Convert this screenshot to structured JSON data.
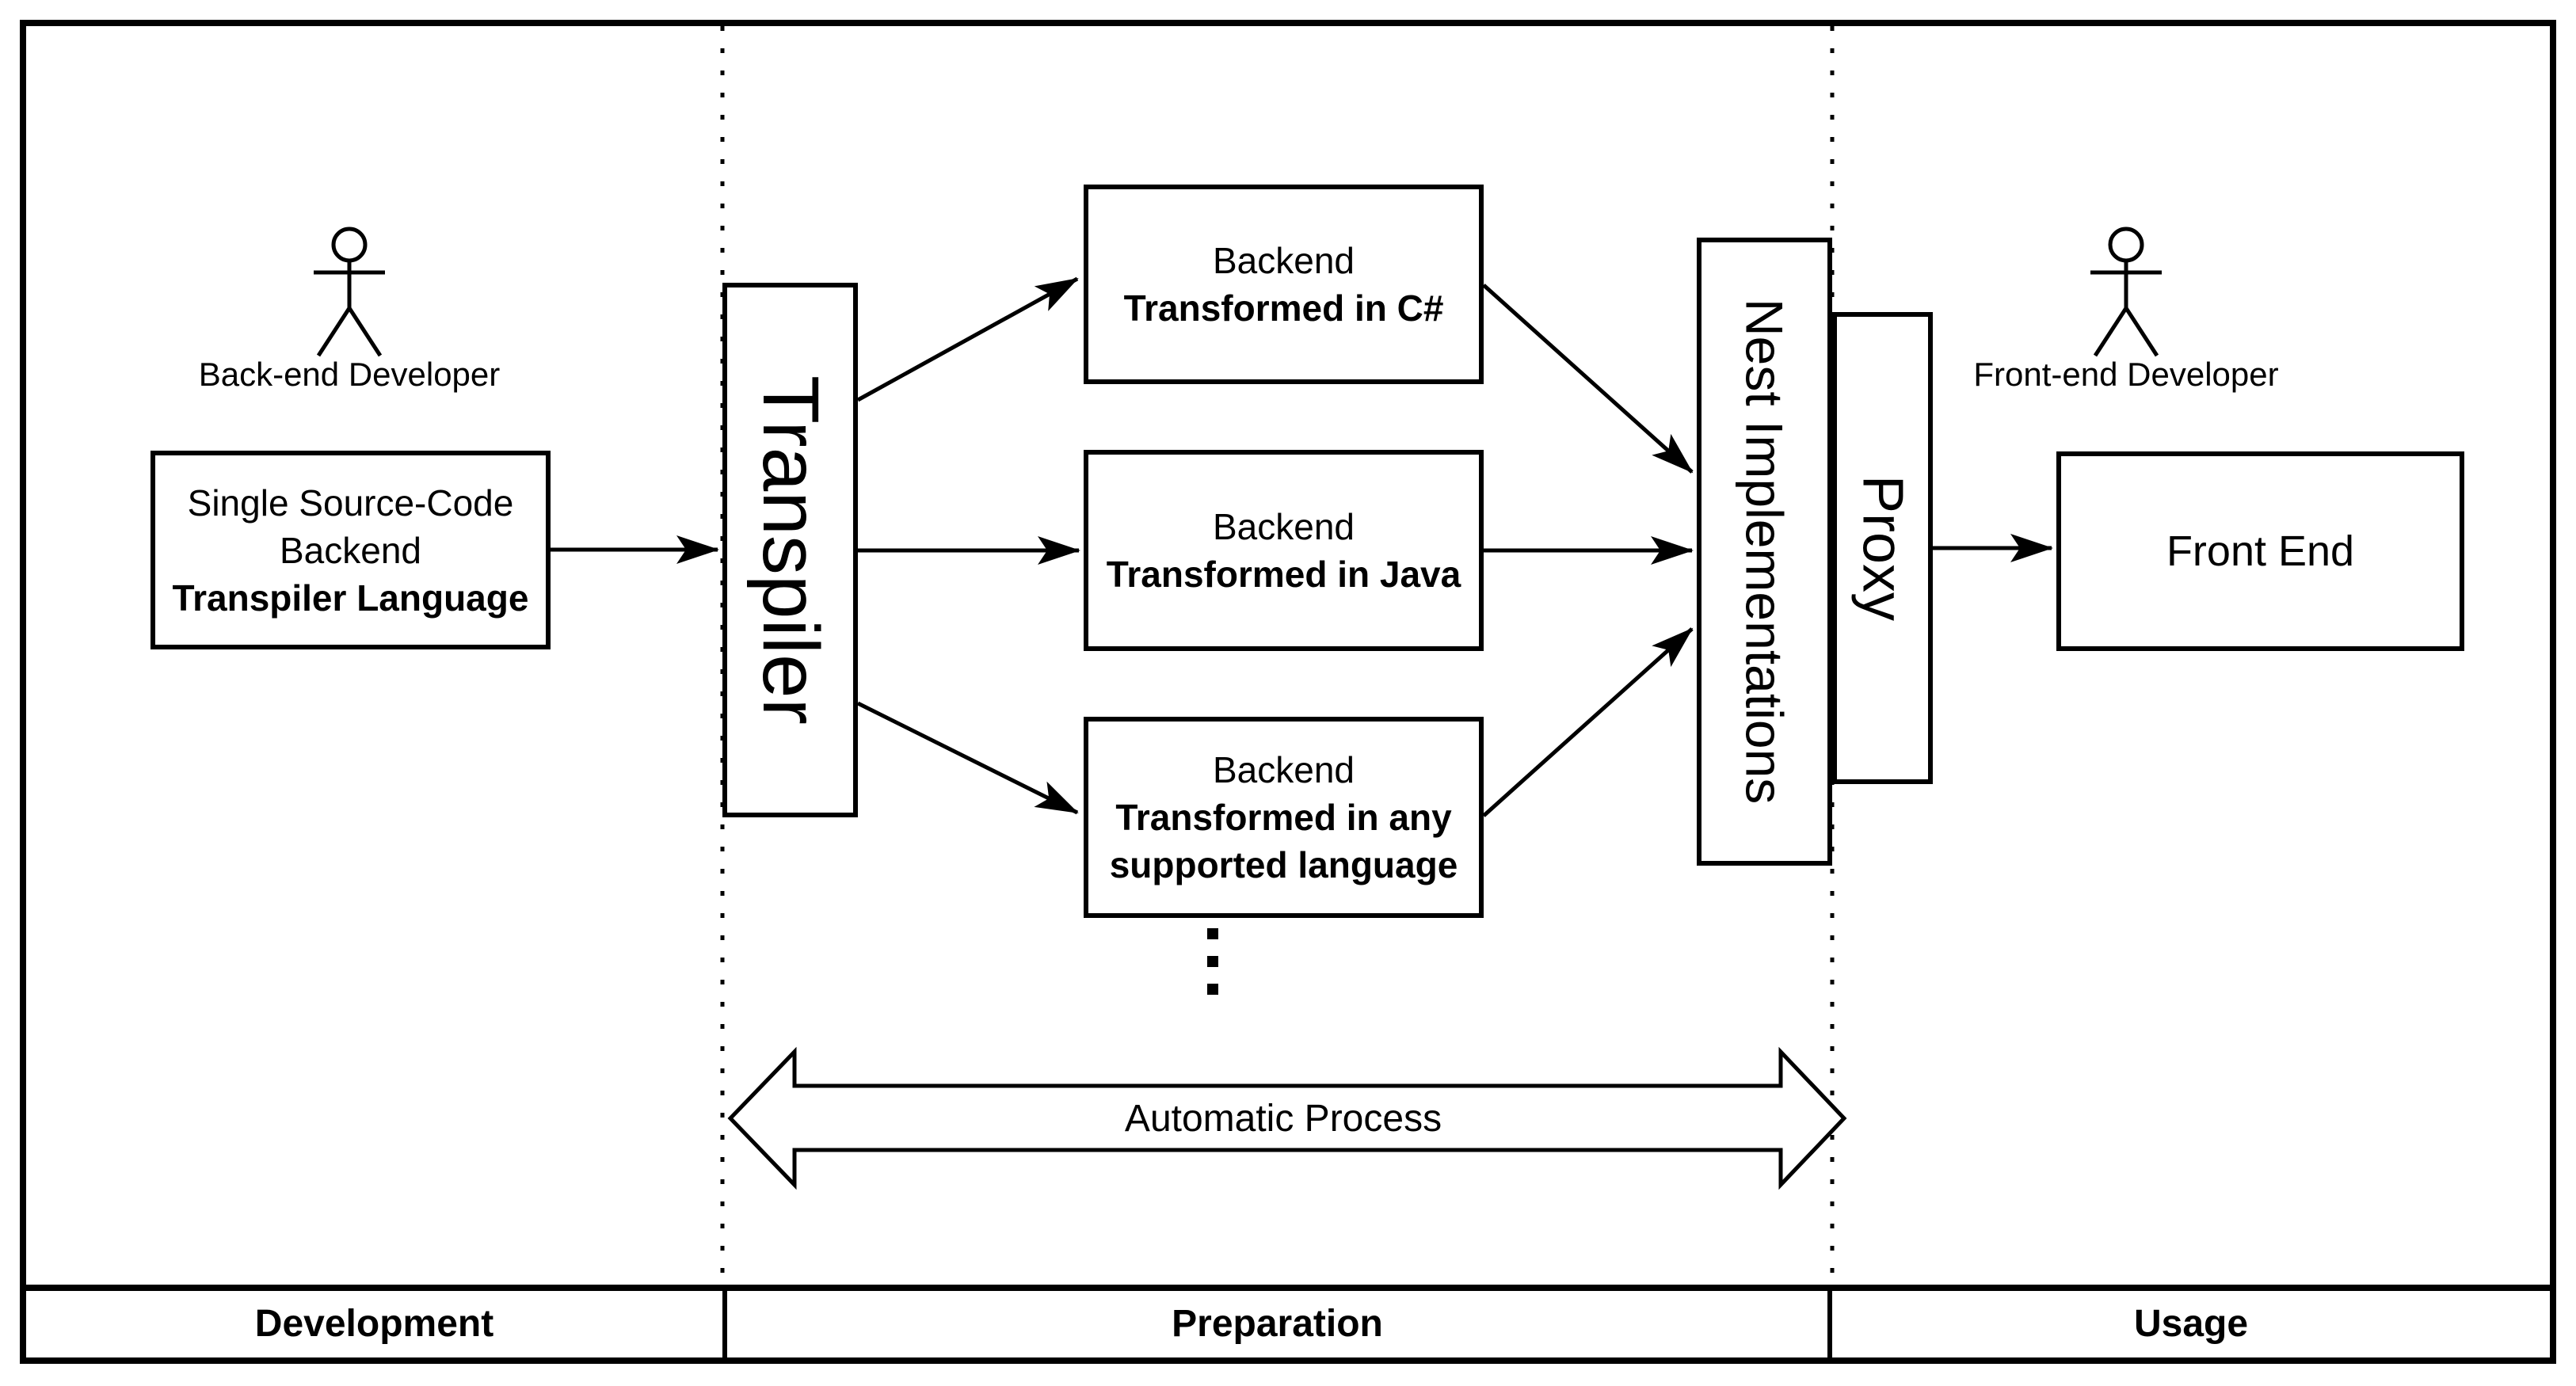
{
  "diagram": {
    "colors": {
      "ink": "#000000",
      "background": "#ffffff"
    },
    "lanes": [
      {
        "label": "Development"
      },
      {
        "label": "Preparation"
      },
      {
        "label": "Usage"
      }
    ],
    "actors": [
      {
        "label": "Back-end Developer"
      },
      {
        "label": "Front-end Developer"
      }
    ],
    "nodes": {
      "source": {
        "lines": [
          "Single Source-Code",
          "Backend"
        ],
        "bold_line": "Transpiler Language"
      },
      "transpiler": {
        "label": "Transpiler"
      },
      "backend_csharp": {
        "line1": "Backend",
        "line2": "Transformed in C#"
      },
      "backend_java": {
        "line1": "Backend",
        "line2": "Transformed in Java"
      },
      "backend_any": {
        "line1": "Backend",
        "line2": "Transformed in any",
        "line3": "supported language"
      },
      "nest": {
        "label": "Nest Implementations"
      },
      "proxy": {
        "label": "Proxy"
      },
      "front_end": {
        "label": "Front End"
      }
    },
    "annotations": {
      "automatic_process": "Automatic Process"
    }
  }
}
